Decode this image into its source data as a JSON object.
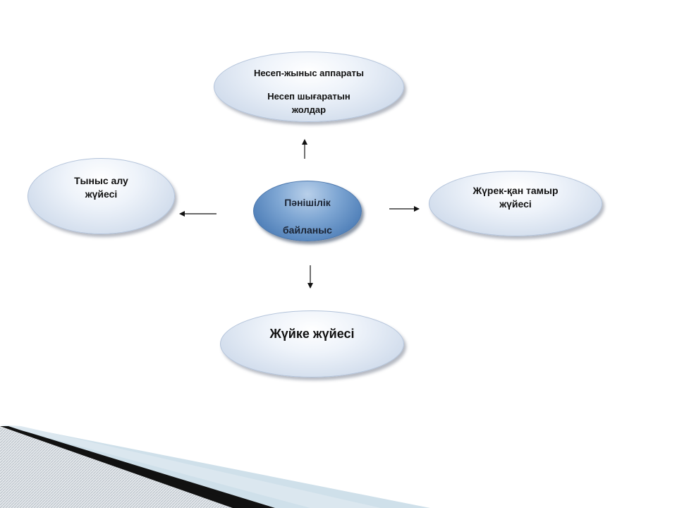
{
  "nodes": {
    "top": {
      "line1": "Несеп-жыныс аппараты",
      "line2": "Несеп шығаратын",
      "line3": "жолдар"
    },
    "left": {
      "line1": "Тыныс алу",
      "line2": "жүйесі"
    },
    "right": {
      "line1": "Жүрек-қан тамыр",
      "line2": "жүйесі"
    },
    "center": {
      "line1": "Пәнішілік",
      "line2": "байланыс"
    },
    "bottom": {
      "line1": "Жүйке жүйесі"
    }
  },
  "colors": {
    "center_fill": "#5c8bc4",
    "node_fill": "#dbe4f1",
    "decor_dark": "#111111",
    "decor_light": "#cfe0ea"
  }
}
